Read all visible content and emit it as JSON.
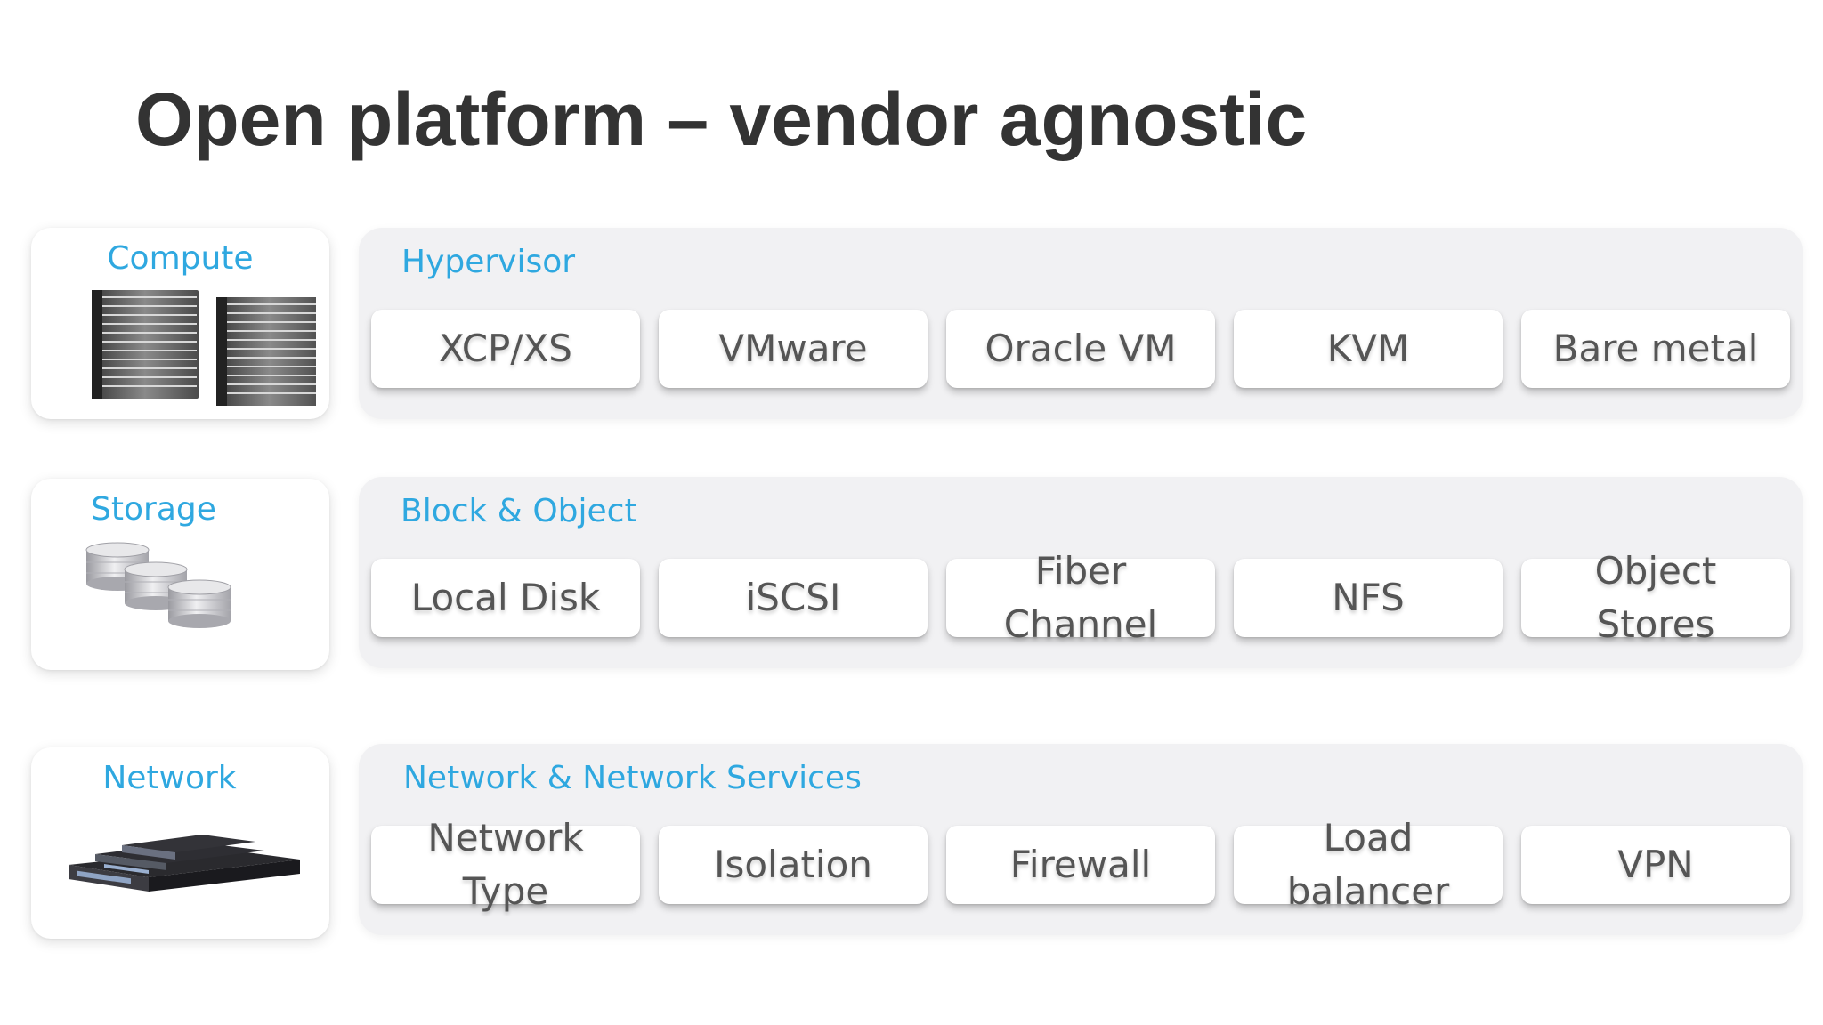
{
  "title": "Open platform – vendor agnostic",
  "rows": [
    {
      "side_label": "Compute",
      "side_icon": "server-racks-icon",
      "panel_title": "Hypervisor",
      "tiles": [
        "XCP/XS",
        "VMware",
        "Oracle VM",
        "KVM",
        "Bare metal"
      ]
    },
    {
      "side_label": "Storage",
      "side_icon": "disk-stack-icon",
      "panel_title": "Block & Object",
      "tiles": [
        "Local Disk",
        "iSCSI",
        "Fiber Channel",
        "NFS",
        "Object Stores"
      ]
    },
    {
      "side_label": "Network",
      "side_icon": "network-appliance-icon",
      "panel_title": "Network & Network Services",
      "tiles": [
        "Network Type",
        "Isolation",
        "Firewall",
        "Load balancer",
        "VPN"
      ]
    }
  ],
  "colors": {
    "title": "#333333",
    "accent": "#2fa8e0",
    "tile_text": "#555555",
    "panel_bg": "#f1f1f3"
  }
}
